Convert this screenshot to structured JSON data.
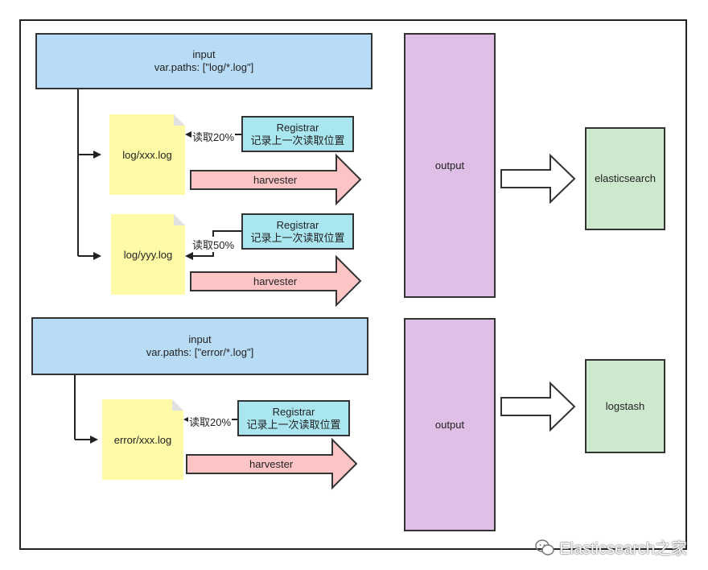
{
  "group1": {
    "input": {
      "title": "input",
      "paths": "var.paths: [\"log/*.log\"]"
    },
    "files": [
      {
        "name": "log/xxx.log",
        "read": "读取20%"
      },
      {
        "name": "log/yyy.log",
        "read": "读取50%"
      }
    ],
    "registrar": {
      "title": "Registrar",
      "subtitle": "记录上一次读取位置"
    },
    "harvester": "harvester",
    "output": "output",
    "destination": "elasticsearch"
  },
  "group2": {
    "input": {
      "title": "input",
      "paths": "var.paths: [\"error/*.log\"]"
    },
    "files": [
      {
        "name": "error/xxx.log",
        "read": "读取20%"
      }
    ],
    "registrar": {
      "title": "Registrar",
      "subtitle": "记录上一次读取位置"
    },
    "harvester": "harvester",
    "output": "output",
    "destination": "logstash"
  },
  "watermark": "Elasticsearch之家",
  "colors": {
    "input": "#b8dcf5",
    "file": "#fffaa6",
    "registrar": "#a9e6ef",
    "harvester": "#fdc4c6",
    "output": "#e0bfe6",
    "destination": "#cde8cd"
  }
}
